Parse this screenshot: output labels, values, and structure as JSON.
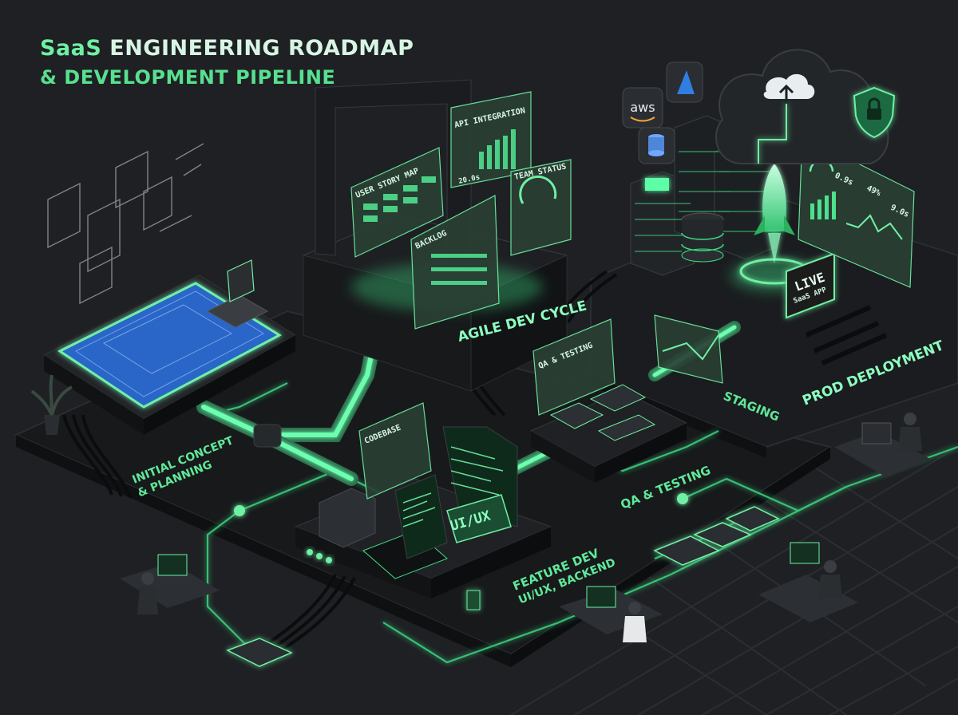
{
  "colors": {
    "background": "#1e2023",
    "accent": "#3ddc84",
    "accent_bright": "#8dffc0",
    "platform_dark": "#141618"
  },
  "title": {
    "line1_brand": "SaaS",
    "line1_rest": "ENGINEERING ROADMAP",
    "line2": "& DEVELOPMENT PIPELINE"
  },
  "stages": {
    "planning": [
      "INITIAL CONCEPT",
      "& PLANNING"
    ],
    "agile": "AGILE DEV CYCLE",
    "feature": [
      "FEATURE DEV",
      "UI/UX, BACKEND"
    ],
    "qa": "QA & TESTING",
    "staging": "STAGING",
    "prod": "PROD DEPLOYMENT"
  },
  "panels": {
    "user_story": "USER STORY MAP",
    "api": "API INTEGRATION",
    "team_status": "TEAM STATUS",
    "backlog": "BACKLOG",
    "qa_panel": "QA & TESTING",
    "codebase": "CODEBASE",
    "uiux": "UI/UX",
    "live_line1": "LIVE",
    "live_line2": "SaaS APP",
    "stat_a": "20.0s",
    "stat_b": "49%",
    "stat_c": "9.0s",
    "stat_d": "0.9s"
  },
  "cloud_icons": [
    "aws-logo-icon",
    "azure-logo-icon",
    "database-icon",
    "cloud-upload-icon",
    "shield-lock-icon"
  ],
  "aws_label": "aws"
}
